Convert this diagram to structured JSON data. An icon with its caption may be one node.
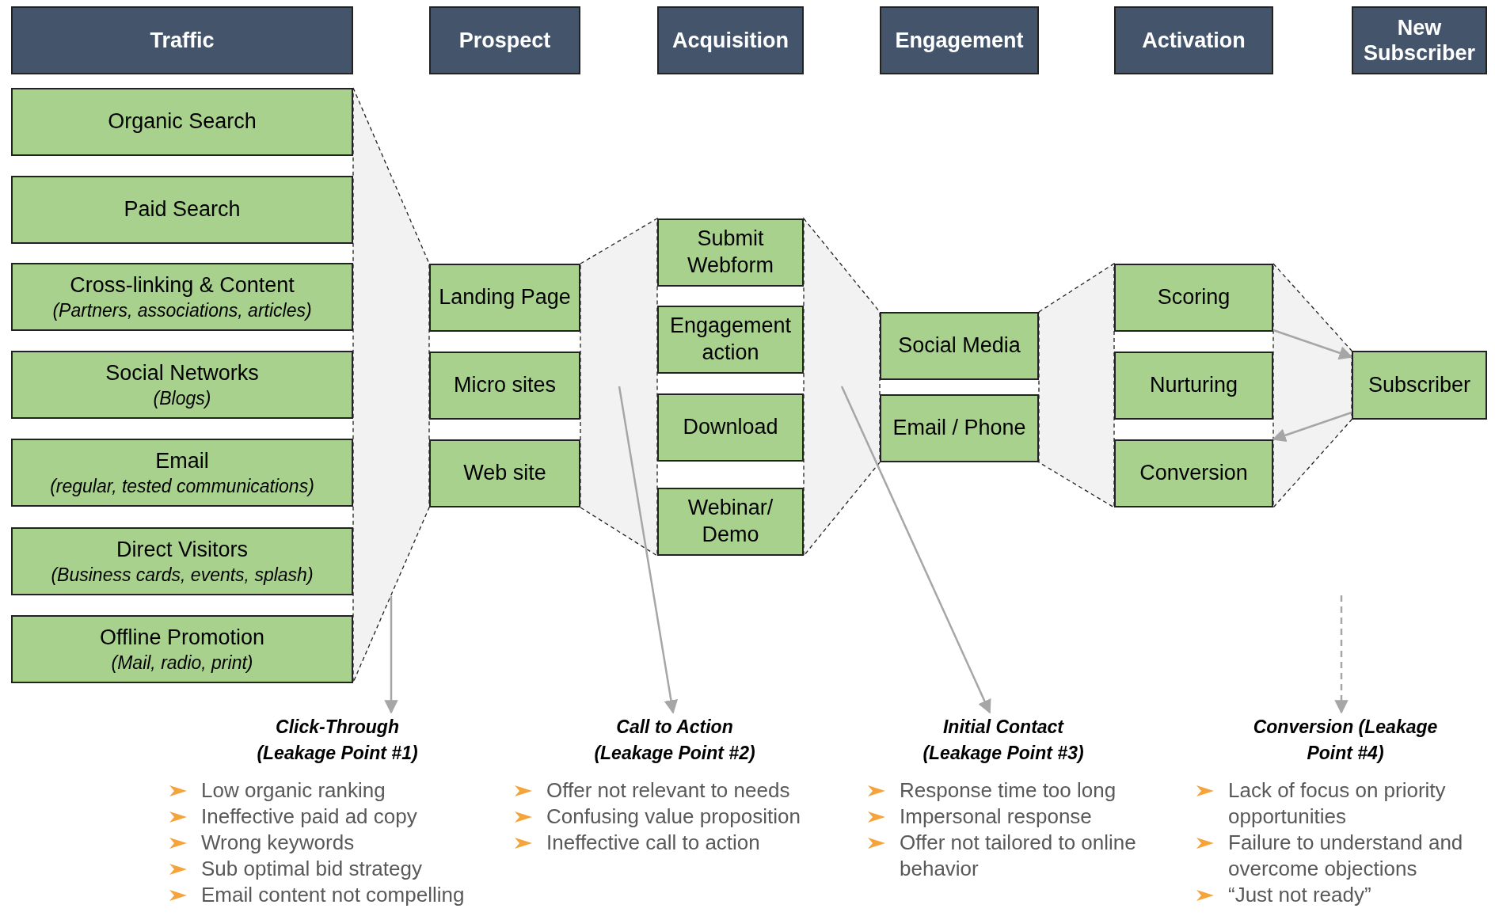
{
  "diagram": {
    "nodes": [
      {
        "text": [
          "Traffic"
        ]
      },
      {
        "text": [
          "Prospect"
        ]
      },
      {
        "text": [
          "Acquisition"
        ]
      },
      {
        "text": [
          "Engagement"
        ]
      },
      {
        "text": [
          "Activation"
        ]
      },
      {
        "text": [
          "New Subscriber"
        ]
      },
      {
        "text": [
          "Organic Search"
        ]
      },
      {
        "text": [
          "Paid Search"
        ]
      },
      {
        "text": [
          "Cross-linking & Content",
          "(Partners, associations, articles)"
        ]
      },
      {
        "text": [
          "Social Networks",
          "(Blogs)"
        ]
      },
      {
        "text": [
          "Email",
          "(regular, tested communications)"
        ]
      },
      {
        "text": [
          "Direct Visitors",
          "(Business cards, events, splash)"
        ]
      },
      {
        "text": [
          "Offline Promotion",
          "(Mail, radio, print)"
        ]
      },
      {
        "text": [
          "Landing Page"
        ]
      },
      {
        "text": [
          "Micro sites"
        ]
      },
      {
        "text": [
          "Web site"
        ]
      },
      {
        "text": [
          "Submit Webform"
        ]
      },
      {
        "text": [
          "Engagement action"
        ]
      },
      {
        "text": [
          "Download"
        ]
      },
      {
        "text": [
          "Webinar/ Demo"
        ]
      },
      {
        "text": [
          "Social Media"
        ]
      },
      {
        "text": [
          "Email / Phone"
        ]
      },
      {
        "text": [
          "Scoring"
        ]
      },
      {
        "text": [
          "Nurturing"
        ]
      },
      {
        "text": [
          "Conversion"
        ]
      },
      {
        "text": [
          "Subscriber"
        ]
      },
      {
        "text": [
          "Click-Through (Leakage Point #1)"
        ]
      },
      {
        "text": [
          "Call to Action (Leakage Point #2)"
        ]
      },
      {
        "text": [
          "Initial Contact (Leakage Point #3)"
        ]
      },
      {
        "text": [
          "Conversion (Leakage Point #4)"
        ]
      },
      {
        "text": [],
        "shape": "trapezoid"
      },
      {
        "text": [],
        "shape": "trapezoid"
      },
      {
        "text": [],
        "shape": "trapezoid"
      },
      {
        "text": [],
        "shape": "trapezoid"
      }
    ],
    "edges": [
      {
        "from": 22,
        "to": 25,
        "arrow": "to"
      },
      {
        "from": 25,
        "to": 24,
        "arrow": "to"
      },
      {
        "from": 30,
        "to": 26,
        "arrow": "to"
      },
      {
        "from": 31,
        "to": 27,
        "arrow": "to"
      },
      {
        "from": 32,
        "to": 28,
        "arrow": "to"
      },
      {
        "from": null,
        "to": 29,
        "arrow": "to",
        "style": "dashed"
      }
    ],
    "labels": [
      "Low organic ranking",
      "Ineffective paid ad copy",
      "Wrong keywords",
      "Sub optimal bid strategy",
      "Email content not compelling",
      "Offer not relevant to needs",
      "Confusing value proposition",
      "Ineffective call to action",
      "Response time too long",
      "Impersonal response",
      "Offer not tailored to online behavior",
      "Lack of focus on priority opportunities",
      "Failure to understand and overcome objections",
      "“Just not ready”"
    ]
  }
}
